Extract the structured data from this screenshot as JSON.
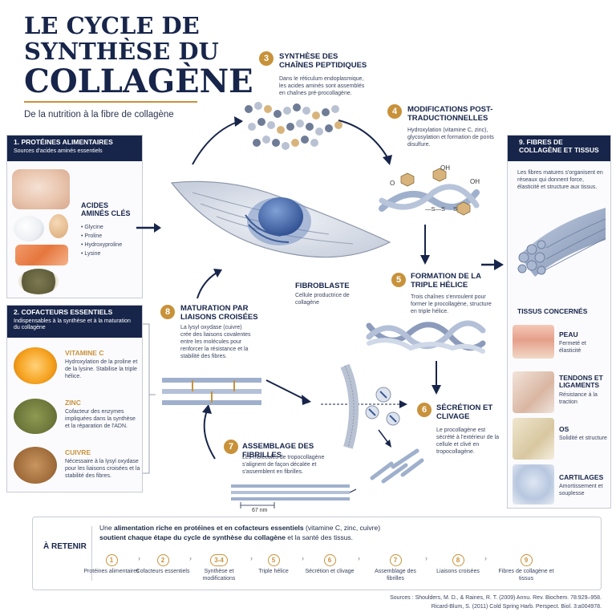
{
  "title": {
    "line1": "LE CYCLE DE",
    "line2": "SYNTHÈSE DU",
    "line3": "COLLAGÈNE",
    "subtitle": "De la nutrition à la fibre de collagène"
  },
  "panel1": {
    "heading": "1. PROTÉINES ALIMENTAIRES",
    "subheading": "Sources d'acides aminés essentiels",
    "aa_title": "ACIDES AMINÉS CLÉS",
    "aa_items": [
      "Glycine",
      "Proline",
      "Hydroxyproline",
      "Lysine"
    ]
  },
  "panel2": {
    "heading": "2. COFACTEURS ESSENTIELS",
    "subheading": "Indispensables à la synthèse et à la maturation du collagène",
    "items": [
      {
        "name": "VITAMINE C",
        "desc": "Hydroxylation de la proline et de la lysine. Stabilise la triple hélice."
      },
      {
        "name": "ZINC",
        "desc": "Cofacteur des enzymes impliquées dans la synthèse et la réparation de l'ADN."
      },
      {
        "name": "CUIVRE",
        "desc": "Nécessaire à la lysyl oxydase pour les liaisons croisées et la stabilité des fibres."
      }
    ]
  },
  "steps": {
    "s3": {
      "num": "3",
      "title": "SYNTHÈSE DES CHAÎNES PEPTIDIQUES",
      "desc": "Dans le réticulum endoplasmique, les acides aminés sont assemblés en chaînes pré-procollagène."
    },
    "s4": {
      "num": "4",
      "title": "MODIFICATIONS POST-TRADUCTIONNELLES",
      "desc": "Hydroxylation (vitamine C, zinc), glycosylation et formation de ponts disulfure."
    },
    "s5": {
      "num": "5",
      "title": "FORMATION DE LA TRIPLE HÉLICE",
      "desc": "Trois chaînes s'enroulent pour former le procollagène, structure en triple hélice."
    },
    "s6": {
      "num": "6",
      "title": "SÉCRÉTION ET CLIVAGE",
      "desc": "Le procollagène est sécrété à l'extérieur de la cellule et clivé en tropocollagène."
    },
    "s7": {
      "num": "7",
      "title": "ASSEMBLAGE DES FIBRILLES",
      "desc": "Les molécules de tropocollagène s'alignent de façon décalée et s'assemblent en fibrilles."
    },
    "s8": {
      "num": "8",
      "title": "MATURATION PAR LIAISONS CROISÉES",
      "desc": "La lysyl oxydase (cuivre) crée des liaisons covalentes entre les molécules pour renforcer la résistance et la stabilité des fibres."
    }
  },
  "fibroblast": {
    "title": "FIBROBLASTE",
    "desc": "Cellule productrice de collagène"
  },
  "chem_labels": {
    "oh1": "OH",
    "oh2": "OH",
    "o": "O",
    "s": "S",
    "ss": "—S—S"
  },
  "fibril_scale": "67 nm",
  "panel9": {
    "heading": "9. FIBRES DE COLLAGÈNE ET TISSUS",
    "desc": "Les fibres matures s'organisent en réseaux qui donnent force, élasticité et structure aux tissus.",
    "tissues_title": "TISSUS CONCERNÉS",
    "tissues": [
      {
        "name": "PEAU",
        "desc": "Fermeté et élasticité"
      },
      {
        "name": "TENDONS ET LIGAMENTS",
        "desc": "Résistance à la traction"
      },
      {
        "name": "OS",
        "desc": "Solidité et structure"
      },
      {
        "name": "CARTILAGES",
        "desc": "Amortissement et souplesse"
      }
    ]
  },
  "retain": {
    "label": "À RETENIR",
    "text_pre": "Une ",
    "text_bold1": "alimentation riche en protéines et en cofacteurs essentiels",
    "text_mid": " (vitamine C, zinc, cuivre)",
    "text_bold2": "soutient chaque étape du cycle de synthèse du collagène",
    "text_post": " et la santé des tissus.",
    "steps": [
      {
        "num": "1",
        "label": "Protéines alimentaires"
      },
      {
        "num": "2",
        "label": "Cofacteurs essentiels"
      },
      {
        "num": "3-4",
        "label": "Synthèse et modifications"
      },
      {
        "num": "5",
        "label": "Triple hélice"
      },
      {
        "num": "6",
        "label": "Sécrétion et clivage"
      },
      {
        "num": "7",
        "label": "Assemblage des fibrilles"
      },
      {
        "num": "8",
        "label": "Liaisons croisées"
      },
      {
        "num": "9",
        "label": "Fibres de collagène et tissus"
      }
    ]
  },
  "sources": {
    "line1": "Sources : Shoulders, M. D., & Raines, R. T. (2009) Annu. Rev. Biochem. 78:929–958.",
    "line2": "Ricard-Blum, S. (2011) Cold Spring Harb. Perspect. Biol. 3:a004978."
  },
  "colors": {
    "navy": "#17254a",
    "gold": "#c8923a",
    "fiber": "#9fb0cc"
  }
}
